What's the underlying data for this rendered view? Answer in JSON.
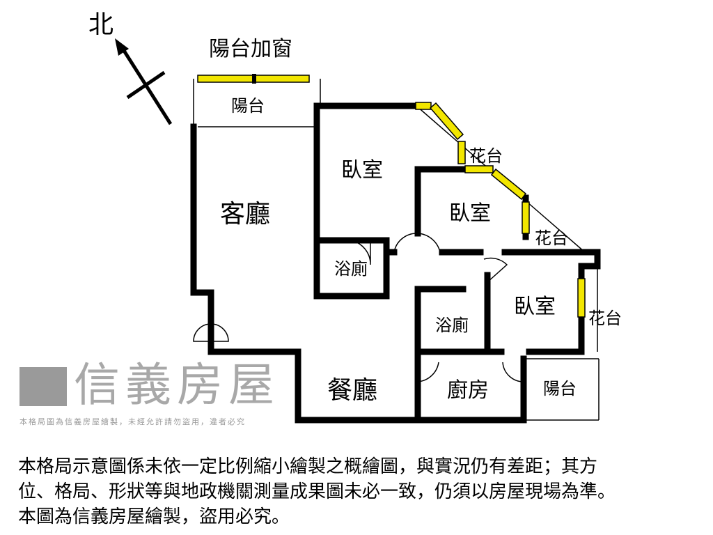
{
  "north_label": "北",
  "balcony_window_label": "陽台加窗",
  "rooms": {
    "balcony_top": "陽台",
    "living_room": "客廳",
    "bedroom_1": "臥室",
    "bedroom_2": "臥室",
    "bedroom_3": "臥室",
    "bathroom_1": "浴廁",
    "bathroom_2": "浴廁",
    "dining_room": "餐廳",
    "kitchen": "廚房",
    "balcony_bottom": "陽台",
    "planter_1": "花台",
    "planter_2": "花台",
    "planter_3": "花台"
  },
  "watermark": {
    "brand": "信義房屋",
    "notice": "本格局圖為信義房屋繪製，未經允許請勿盜用，違者必究"
  },
  "disclaimer": [
    "本格局示意圖係未依一定比例縮小繪製之概繪圖，與實況仍有差距；其方",
    "位、格局、形狀等與地政機關測量成果圖未必一致，仍須以房屋現場為準。",
    "本圖為信義房屋繪製，盜用必究。"
  ],
  "colors": {
    "wall": "#000000",
    "window": "#f2e600",
    "watermark": "#9a9a9a"
  }
}
